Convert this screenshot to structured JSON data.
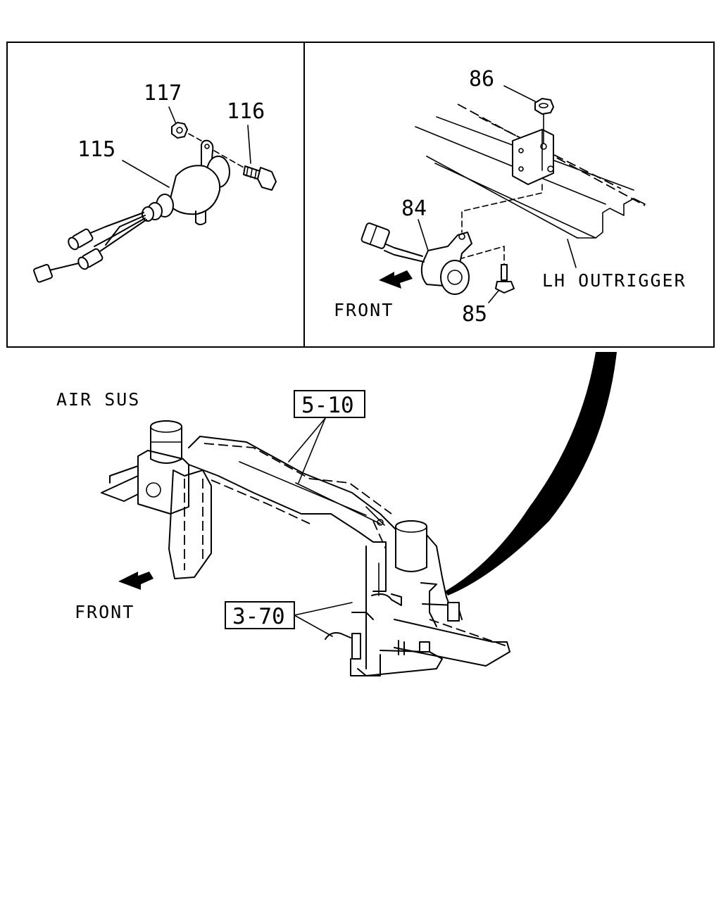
{
  "panel_left": {
    "callouts": [
      "117",
      "116",
      "115"
    ]
  },
  "panel_right": {
    "callouts": [
      "86",
      "84",
      "85"
    ],
    "outrigger_label": "LH OUTRIGGER",
    "front_label": "FRONT"
  },
  "main_view": {
    "air_sus_label": "AIR SUS",
    "front_label": "FRONT",
    "reference_top": "5-10",
    "reference_bottom": "3-70"
  },
  "icons": [
    "front-arrow-icon",
    "front-arrow-icon"
  ]
}
